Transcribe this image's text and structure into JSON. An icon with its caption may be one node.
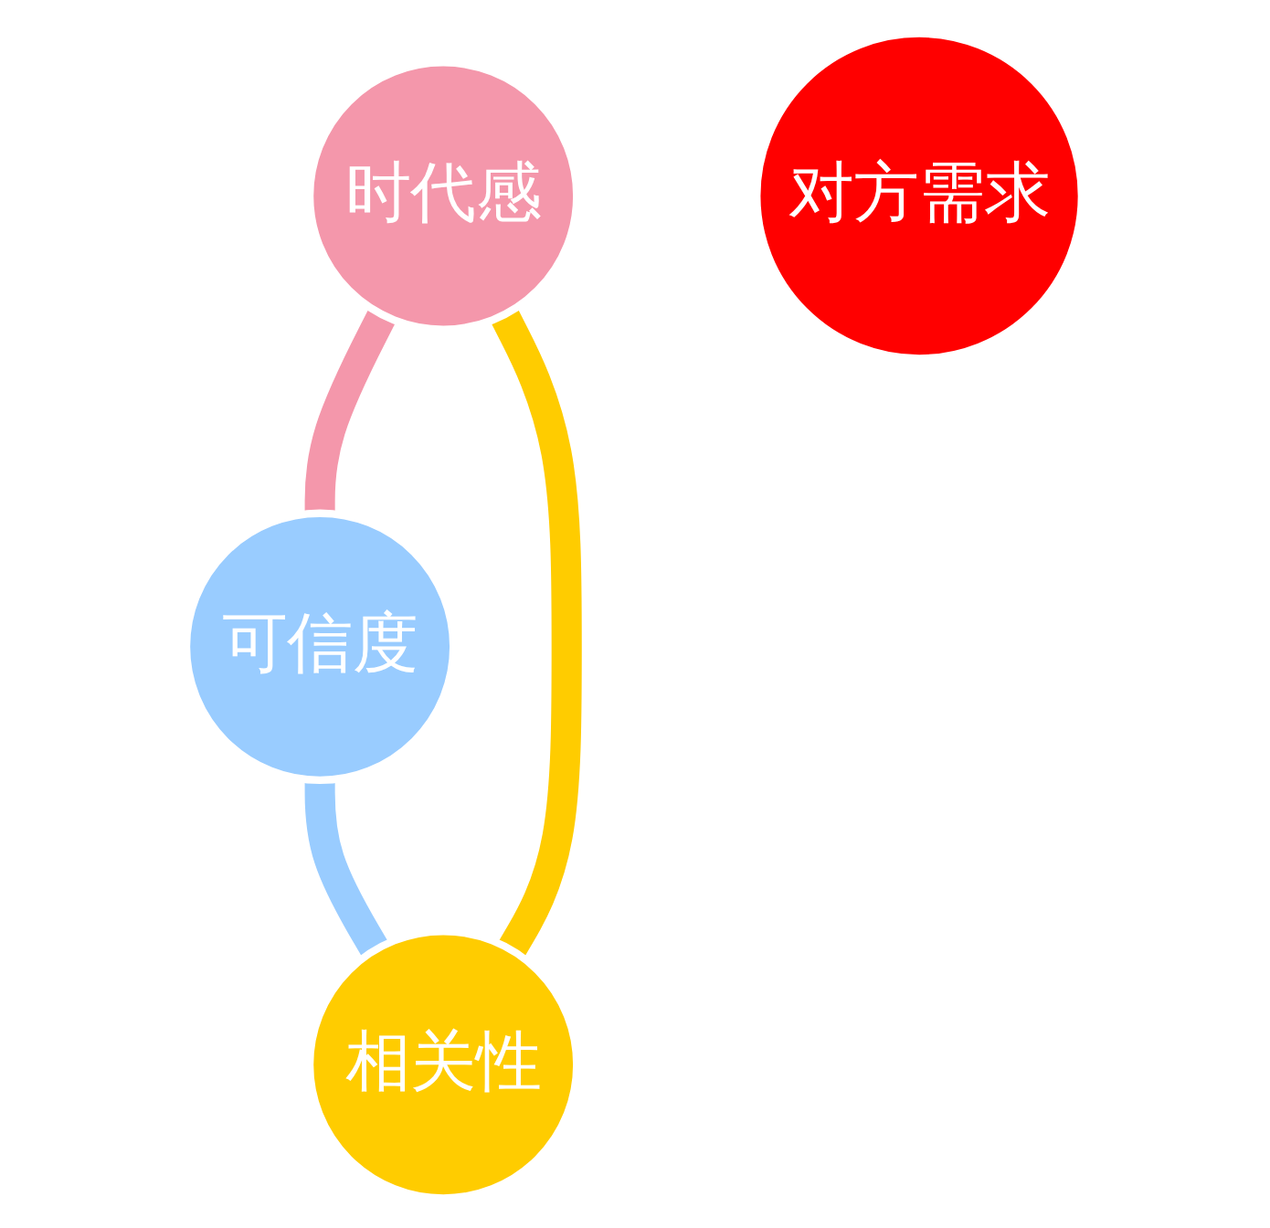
{
  "diagram": {
    "nodes": [
      {
        "text": [
          "时代感"
        ]
      },
      {
        "text": [
          "对方需求"
        ]
      },
      {
        "text": [
          "相关性"
        ]
      },
      {
        "text": [
          "可信度"
        ]
      }
    ],
    "edges": [
      {
        "from": 0,
        "to": 3,
        "arrow": "none",
        "color": "#f497ab"
      },
      {
        "from": 3,
        "to": 2,
        "arrow": "none",
        "color": "#99ccff"
      },
      {
        "from": 2,
        "to": 0,
        "arrow": "none",
        "color": "#ffcc00"
      }
    ]
  }
}
